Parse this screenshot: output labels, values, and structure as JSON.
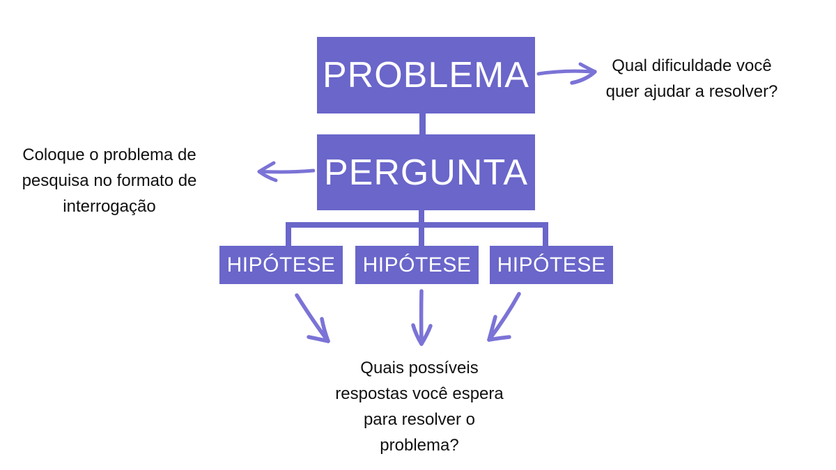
{
  "colors": {
    "accent": "#6A66CA",
    "arrow": "#7B73D6",
    "ink": "#111111",
    "bg": "#FFFFFF",
    "box_text": "#FFFFFF"
  },
  "nodes": {
    "problema": "PROBLEMA",
    "pergunta": "PERGUNTA",
    "hipotese_1": "HIPÓTESE",
    "hipotese_2": "HIPÓTESE",
    "hipotese_3": "HIPÓTESE"
  },
  "annotations": {
    "problema_note": "Qual dificuldade você\nquer ajudar a resolver?",
    "pergunta_note": "Coloque o problema de\npesquisa no formato de\ninterrogação",
    "hipoteses_note": "Quais possíveis\nrespostas você espera\npara resolver o\nproblema?"
  }
}
